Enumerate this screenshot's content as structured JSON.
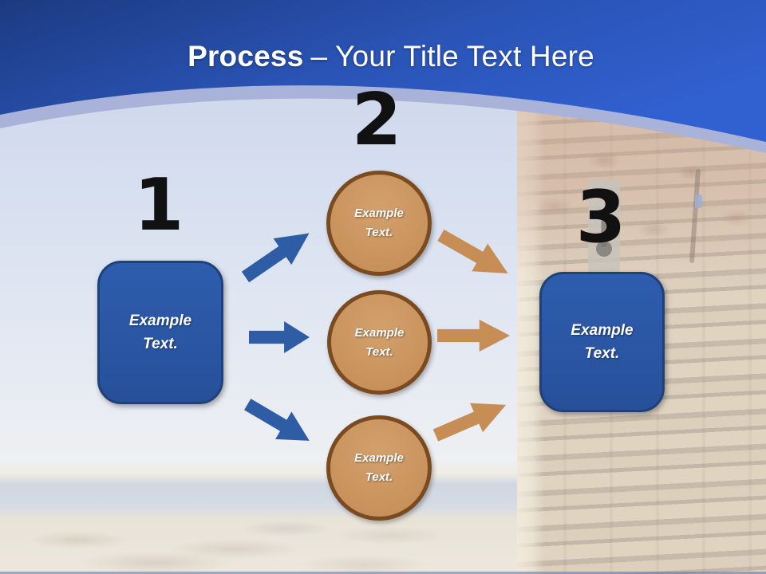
{
  "title": {
    "emphasis": "Process",
    "rest": "– Your Title Text Here"
  },
  "steps": [
    {
      "number": "1",
      "box_text": "Example\nText."
    },
    {
      "number": "2",
      "circle_texts": [
        "Example\nText.",
        "Example\nText.",
        "Example\nText."
      ]
    },
    {
      "number": "3",
      "box_text": "Example\nText."
    }
  ],
  "icons": {
    "blue_arrows": [
      "arrow-up-right-icon",
      "arrow-right-icon",
      "arrow-down-right-icon"
    ],
    "tan_arrows": [
      "arrow-down-right-icon",
      "arrow-right-icon",
      "arrow-up-right-icon"
    ]
  },
  "colors": {
    "header_blue_dark": "#1c3a80",
    "header_blue": "#2a54b6",
    "header_blue_bright": "#3160d0",
    "curve_band": "#a9b2d8",
    "box_fill": "#2b57a5",
    "box_border": "#1d4178",
    "circle_fill": "#c9935e",
    "circle_border": "#7a4a20",
    "arrow_blue": "#2e5da6",
    "arrow_tan": "#c68d55",
    "number_color": "#111111",
    "title_color": "#ffffff"
  }
}
